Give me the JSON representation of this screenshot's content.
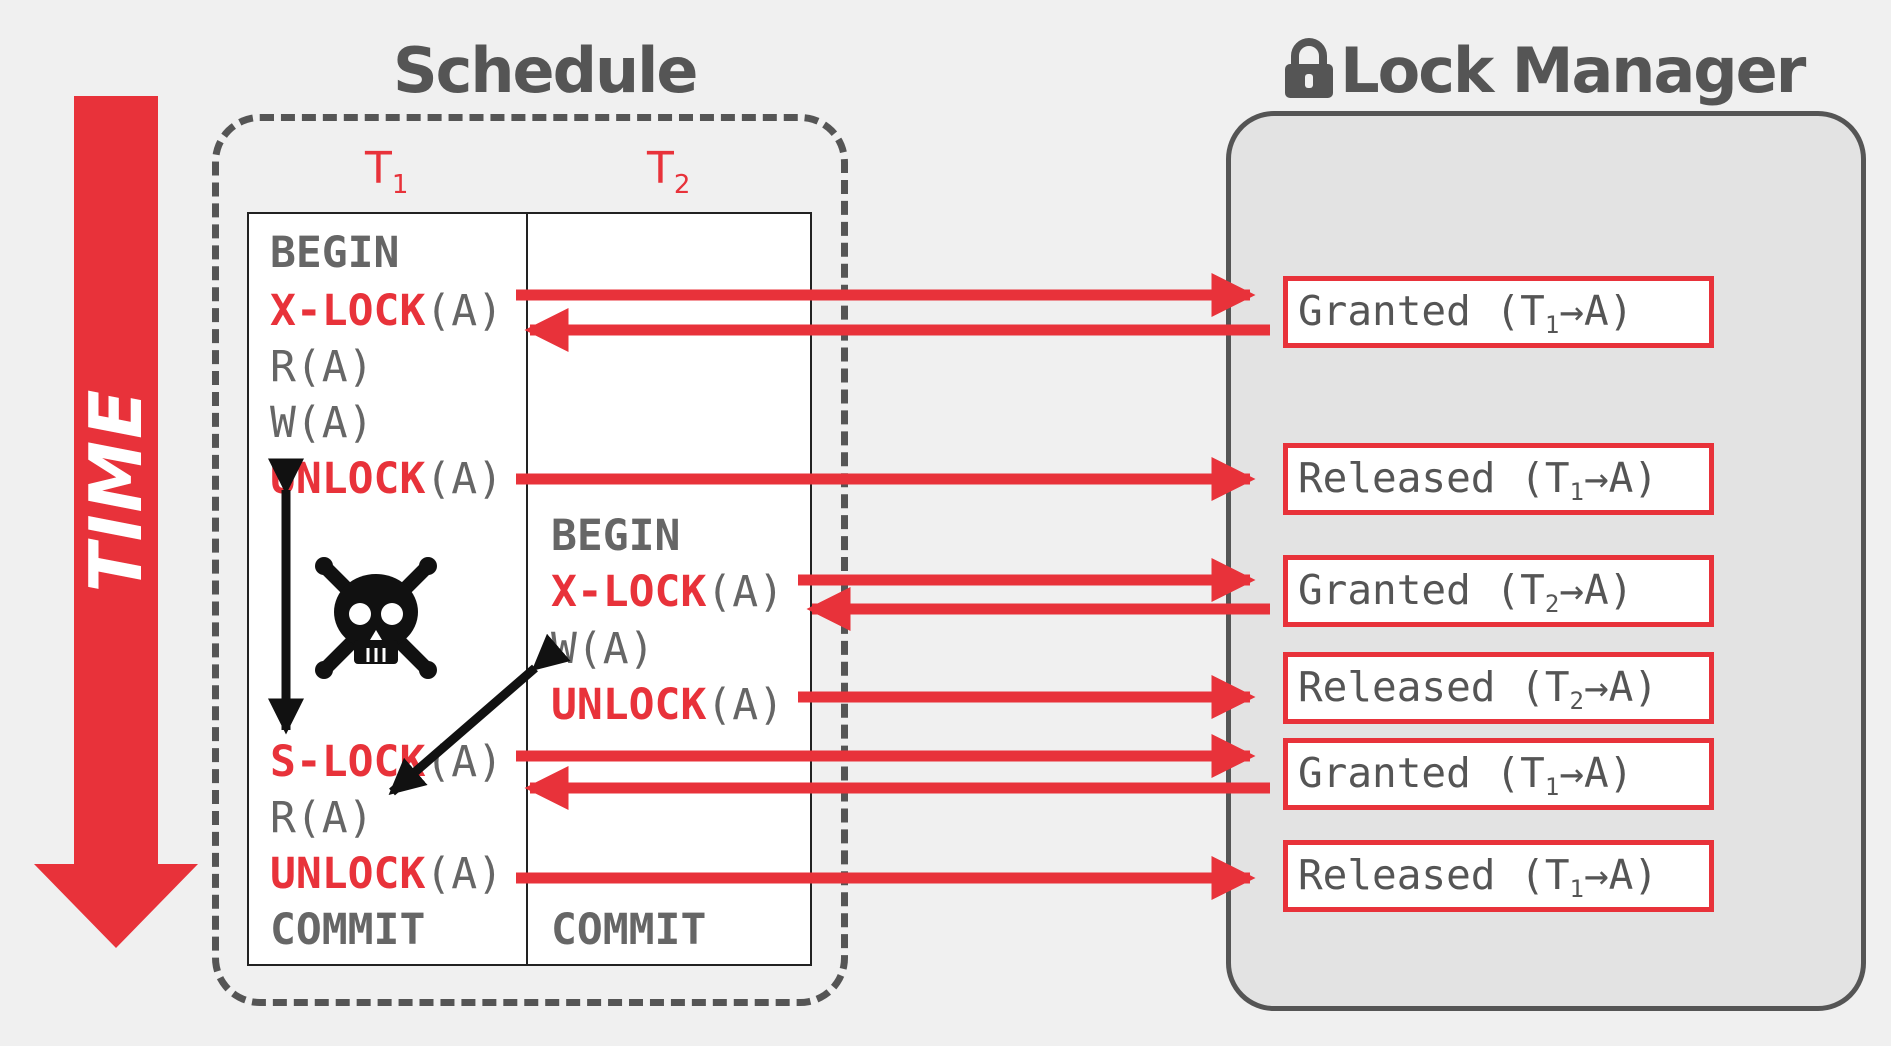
{
  "time_label": "TIME",
  "schedule": {
    "title": "Schedule",
    "t1": {
      "label": "T",
      "sub": "1"
    },
    "t2": {
      "label": "T",
      "sub": "2"
    }
  },
  "t1_ops": [
    {
      "kw": "",
      "text": "BEGIN"
    },
    {
      "kw": "X-LOCK",
      "text": "(A)"
    },
    {
      "kw": "",
      "text": "R(A)"
    },
    {
      "kw": "",
      "text": "W(A)"
    },
    {
      "kw": "UNLOCK",
      "text": "(A)"
    },
    {
      "kw": "S-LOCK",
      "text": "(A)"
    },
    {
      "kw": "",
      "text": "R(A)"
    },
    {
      "kw": "UNLOCK",
      "text": "(A)"
    },
    {
      "kw": "",
      "text": "COMMIT"
    }
  ],
  "t2_ops": [
    {
      "kw": "",
      "text": "BEGIN"
    },
    {
      "kw": "X-LOCK",
      "text": "(A)"
    },
    {
      "kw": "",
      "text": "W(A)"
    },
    {
      "kw": "UNLOCK",
      "text": "(A)"
    },
    {
      "kw": "",
      "text": "COMMIT"
    }
  ],
  "lock_manager": {
    "title": "Lock Manager",
    "icon": "lock-icon",
    "responses": [
      {
        "prefix": "Granted (T",
        "sub": "1",
        "suffix": "→A)"
      },
      {
        "prefix": "Released (T",
        "sub": "1",
        "suffix": "→A)"
      },
      {
        "prefix": "Granted (T",
        "sub": "2",
        "suffix": "→A)"
      },
      {
        "prefix": "Released (T",
        "sub": "2",
        "suffix": "→A)"
      },
      {
        "prefix": "Granted (T",
        "sub": "1",
        "suffix": "→A)"
      },
      {
        "prefix": "Released (T",
        "sub": "1",
        "suffix": "→A)"
      }
    ]
  },
  "colors": {
    "accent": "#e8323a",
    "text": "#555555",
    "background": "#f0f0f0"
  },
  "icons": [
    "lock-icon",
    "skull-crossbones-icon"
  ]
}
